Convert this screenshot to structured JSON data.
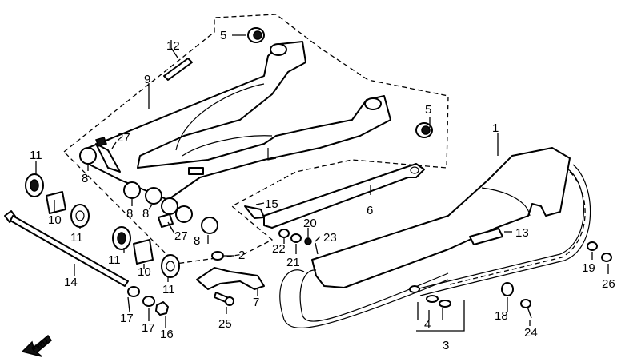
{
  "diagram": {
    "callouts": [
      {
        "id": "c1",
        "label": "1"
      },
      {
        "id": "c2",
        "label": "2"
      },
      {
        "id": "c3",
        "label": "3"
      },
      {
        "id": "c4",
        "label": "4"
      },
      {
        "id": "c5a",
        "label": "5"
      },
      {
        "id": "c5b",
        "label": "5"
      },
      {
        "id": "c6",
        "label": "6"
      },
      {
        "id": "c7",
        "label": "7"
      },
      {
        "id": "c8a",
        "label": "8"
      },
      {
        "id": "c8b",
        "label": "8"
      },
      {
        "id": "c8c",
        "label": "8"
      },
      {
        "id": "c8d",
        "label": "8"
      },
      {
        "id": "c9",
        "label": "9"
      },
      {
        "id": "c10a",
        "label": "10"
      },
      {
        "id": "c10b",
        "label": "10"
      },
      {
        "id": "c11a",
        "label": "11"
      },
      {
        "id": "c11b",
        "label": "11"
      },
      {
        "id": "c11c",
        "label": "11"
      },
      {
        "id": "c11d",
        "label": "11"
      },
      {
        "id": "c12",
        "label": "12"
      },
      {
        "id": "c13",
        "label": "13"
      },
      {
        "id": "c14",
        "label": "14"
      },
      {
        "id": "c15",
        "label": "15"
      },
      {
        "id": "c16",
        "label": "16"
      },
      {
        "id": "c17a",
        "label": "17"
      },
      {
        "id": "c17b",
        "label": "17"
      },
      {
        "id": "c18",
        "label": "18"
      },
      {
        "id": "c19",
        "label": "19"
      },
      {
        "id": "c20",
        "label": "20"
      },
      {
        "id": "c21",
        "label": "21"
      },
      {
        "id": "c22",
        "label": "22"
      },
      {
        "id": "c23",
        "label": "23"
      },
      {
        "id": "c24",
        "label": "24"
      },
      {
        "id": "c25",
        "label": "25"
      },
      {
        "id": "c26",
        "label": "26"
      },
      {
        "id": "c27a",
        "label": "27"
      },
      {
        "id": "c27b",
        "label": "27"
      }
    ],
    "fwd_marker": "FWD"
  }
}
